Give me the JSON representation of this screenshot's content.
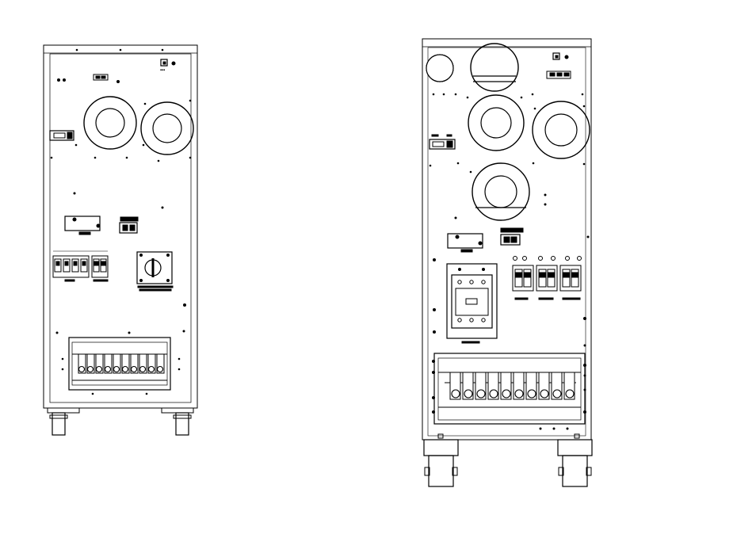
{
  "figure": {
    "units": [
      {
        "id": "left-unit",
        "fans": 2,
        "terminal_screws": 10,
        "label_texts": []
      },
      {
        "id": "right-unit",
        "fans": 5,
        "terminal_screws": 10,
        "label_texts": []
      }
    ]
  },
  "colors": {
    "line": "#000000",
    "background": "#ffffff"
  }
}
